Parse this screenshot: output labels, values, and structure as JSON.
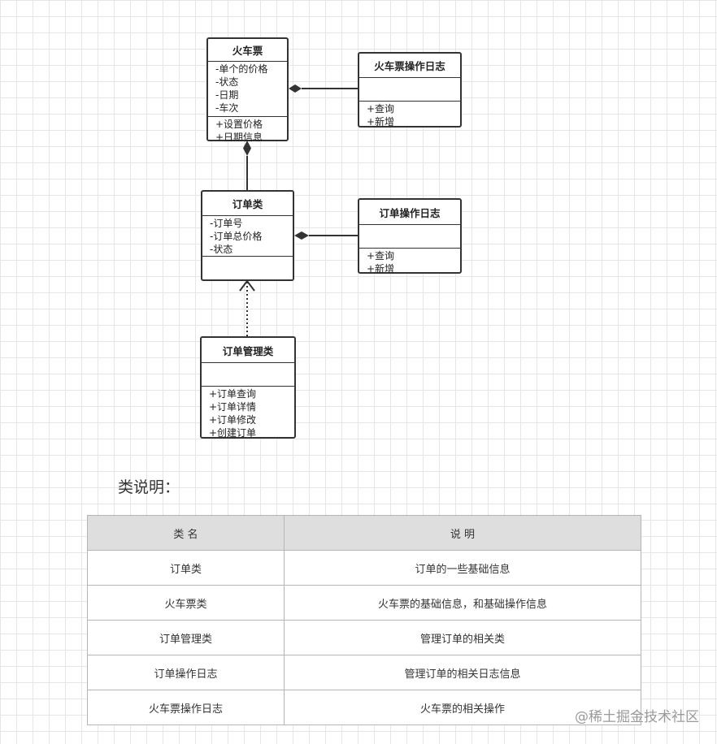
{
  "classes": {
    "train_ticket": {
      "name": "火车票",
      "attributes": [
        "-单个的价格",
        "-状态",
        "-日期",
        "-车次"
      ],
      "methods": [
        "+设置价格",
        "+日期信息"
      ]
    },
    "ticket_log": {
      "name": "火车票操作日志",
      "attributes": [],
      "methods": [
        "+查询",
        "+新增"
      ]
    },
    "order": {
      "name": "订单类",
      "attributes": [
        "-订单号",
        "-订单总价格",
        "-状态"
      ],
      "methods": []
    },
    "order_log": {
      "name": "订单操作日志",
      "attributes": [],
      "methods": [
        "+查询",
        "+新增"
      ]
    },
    "order_manager": {
      "name": "订单管理类",
      "attributes": [],
      "methods": [
        "+订单查询",
        "+订单详情",
        "+订单修改",
        "+创建订单"
      ]
    }
  },
  "caption": "类说明：",
  "table": {
    "headers": [
      "类 名",
      "说 明"
    ],
    "rows": [
      [
        "订单类",
        "订单的一些基础信息"
      ],
      [
        "火车票类",
        "火车票的基础信息，和基础操作信息"
      ],
      [
        "订单管理类",
        "管理订单的相关类"
      ],
      [
        "订单操作日志",
        "管理订单的相关日志信息"
      ],
      [
        "火车票操作日志",
        "火车票的相关操作"
      ]
    ]
  },
  "watermark": "@稀土掘金技术社区"
}
